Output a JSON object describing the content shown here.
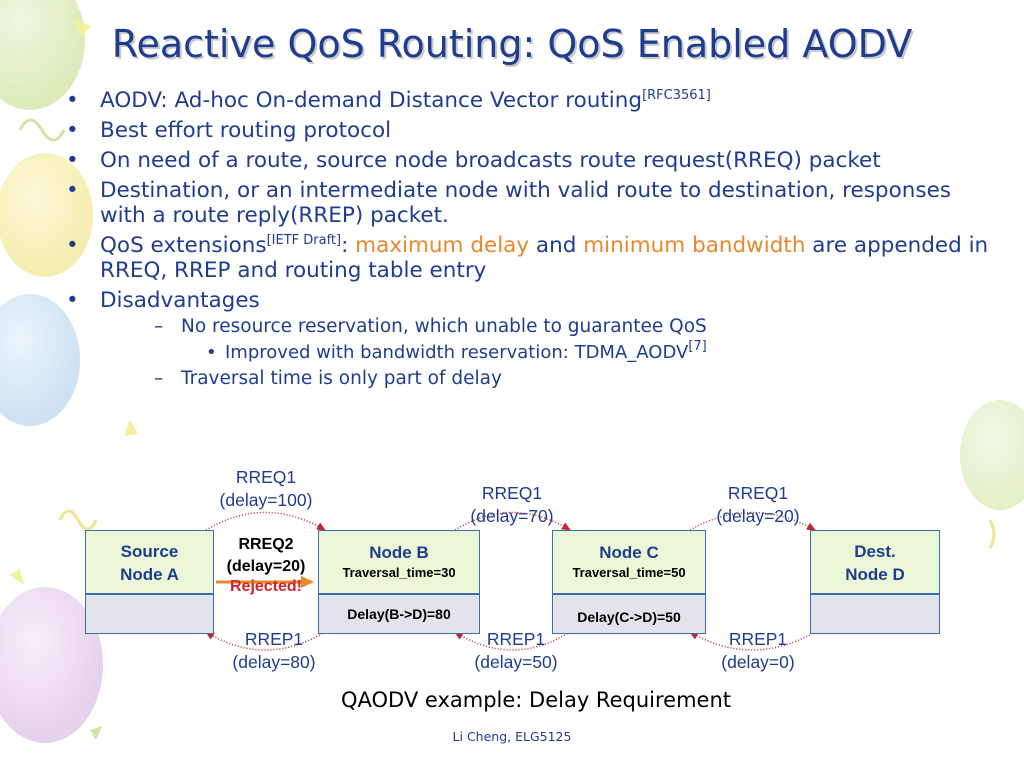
{
  "slide": {
    "title": "Reactive QoS Routing: QoS Enabled AODV",
    "footer": "Li Cheng, ELG5125",
    "caption": "QAODV example: Delay Requirement"
  },
  "bullets": {
    "b1_text": "AODV: Ad-hoc On-demand Distance Vector routing",
    "b1_sup": "[RFC3561]",
    "b2_text": "Best effort routing protocol",
    "b3_text": "On need of a route, source node broadcasts route request(RREQ) packet",
    "b4_text": "Destination, or an intermediate node with valid route to destination, responses with a route reply(RREP) packet.",
    "b5_pre": "QoS extensions",
    "b5_sup": "[IETF Draft]",
    "b5_colon": ": ",
    "b5_hl1": "maximum delay",
    "b5_and": " and ",
    "b5_hl2": "minimum bandwidth",
    "b5_rest": " are appended in RREQ, RREP and routing table entry",
    "b6_text": "Disadvantages",
    "sub1": "No resource reservation, which unable to guarantee QoS",
    "subsub1_text": "Improved with bandwidth reservation: TDMA_AODV",
    "subsub1_sup": "[7]",
    "sub2": "Traversal time is only part of delay"
  },
  "diagram": {
    "nodes": {
      "source": {
        "line1": "Source",
        "line2": "Node A"
      },
      "b": {
        "name": "Node B",
        "traversal": "Traversal_time=30",
        "delay": "Delay(B->D)=80"
      },
      "c": {
        "name": "Node C",
        "traversal": "Traversal_time=50",
        "delay": "Delay(C->D)=50"
      },
      "dest": {
        "line1": "Dest.",
        "line2": "Node D"
      }
    },
    "rreq": [
      {
        "name": "RREQ1",
        "delay": "(delay=100)"
      },
      {
        "name": "RREQ1",
        "delay": "(delay=70)"
      },
      {
        "name": "RREQ1",
        "delay": "(delay=20)"
      }
    ],
    "rrep": [
      {
        "name": "RREP1",
        "delay": "(delay=80)"
      },
      {
        "name": "RREP1",
        "delay": "(delay=50)"
      },
      {
        "name": "RREP1",
        "delay": "(delay=0)"
      }
    ],
    "rreq2": {
      "name": "RREQ2",
      "delay": "(delay=20)",
      "status": "Rejected!"
    }
  },
  "colors": {
    "text_blue": "#1f3d8f",
    "highlight_orange": "#e8882a",
    "rejected_red": "#d2232a",
    "node_fill": "#ebf7d7",
    "node_sub_fill": "#e3e3ec",
    "arrow_red": "#c0282e",
    "rreq2_arrow": "#e8882a"
  }
}
